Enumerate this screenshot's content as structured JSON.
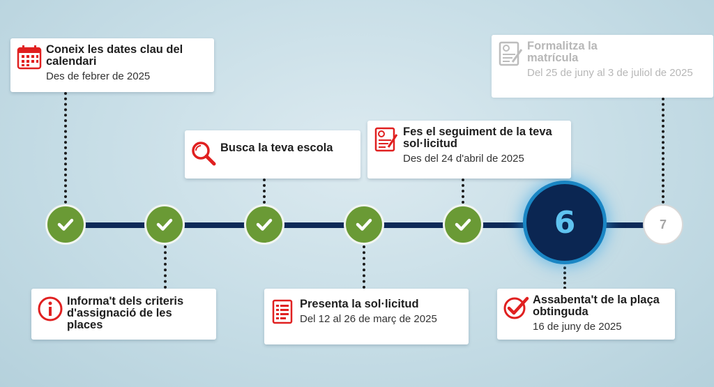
{
  "steps": [
    {
      "title": "Coneix les dates clau del calendari",
      "date": "Des de febrer de 2025",
      "icon": "calendar-icon"
    },
    {
      "title": "Informa't dels criteris d'assignació de les places",
      "icon": "info-icon"
    },
    {
      "title": "Busca la teva escola",
      "icon": "magnifier-icon"
    },
    {
      "title": "Presenta la sol·licitud",
      "date": "Del 12 al 26 de març de 2025",
      "icon": "document-list-icon"
    },
    {
      "title": "Fes el seguiment de la teva sol·licitud",
      "date": "Des del 24 d'abril de 2025",
      "icon": "tracking-form-icon"
    },
    {
      "title": "Assabenta't de la plaça obtinguda",
      "date": "16 de juny de 2025",
      "icon": "checkmark-icon"
    },
    {
      "title": "Formalitza la matrícula",
      "date": "Del 25 de juny al 3 de juliol de 2025",
      "icon": "enrollment-form-icon"
    }
  ],
  "timeline": {
    "current_step": "6",
    "next_step": "7"
  },
  "colors": {
    "completed": "#6a9a35",
    "current": "#0b2652",
    "current_glow": "#1a86c4",
    "line": "#0e2a58",
    "icon_red": "#e02020"
  }
}
